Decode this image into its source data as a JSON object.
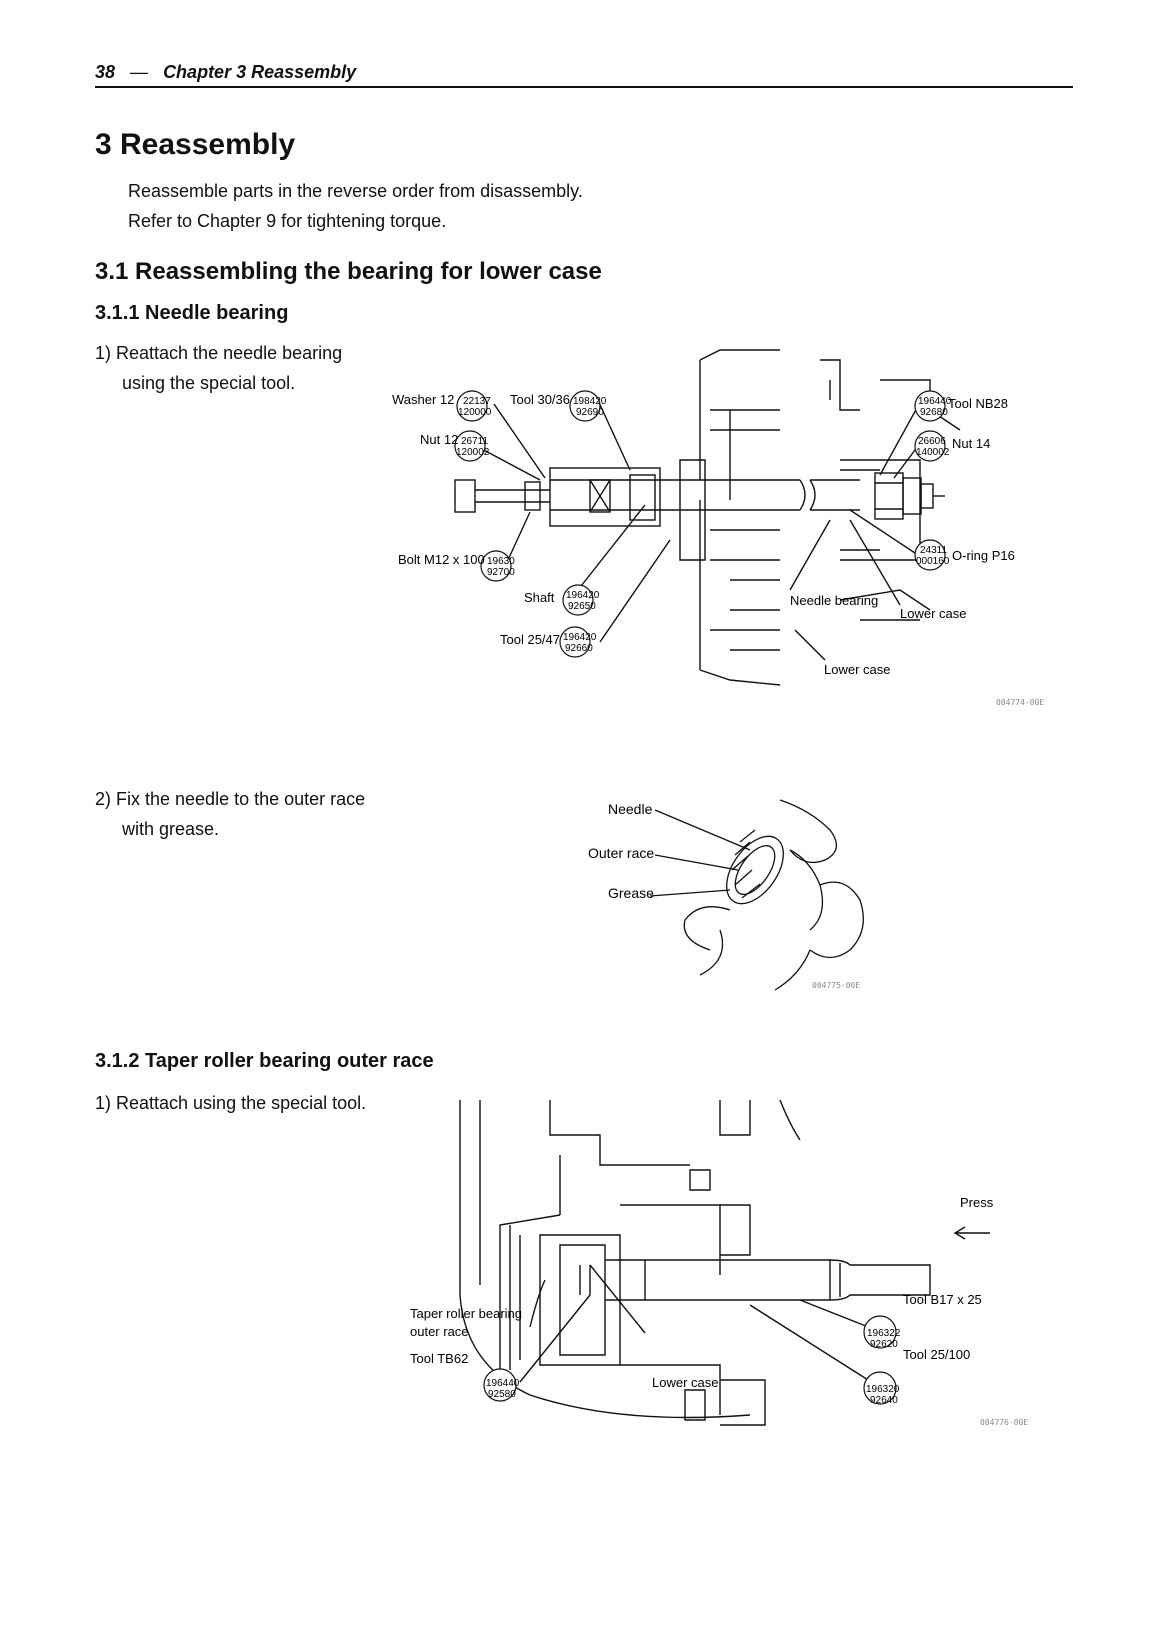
{
  "header": {
    "page_number": "38",
    "dash": "—",
    "chapter": "Chapter 3  Reassembly"
  },
  "title": "3 Reassembly",
  "intro": [
    "Reassemble parts in the reverse order from disassembly.",
    "Refer to Chapter 9 for tightening torque."
  ],
  "section_3_1": {
    "title": "3.1 Reassembling the bearing for lower case"
  },
  "section_3_1_1": {
    "title": "3.1.1 Needle bearing",
    "step1": [
      "1) Reattach  the  needle  bearing",
      "using the special tool."
    ],
    "step2": [
      "2) Fix the needle to the outer race",
      "with grease."
    ]
  },
  "fig1": {
    "labels": {
      "washer": "Washer 12",
      "tool3036": "Tool 30/36",
      "nut12": "Nut 12",
      "bolt": "Bolt M12 x 100",
      "shaft": "Shaft",
      "tool2547": "Tool 25/47",
      "toolnb28": "Tool NB28",
      "nut14": "Nut 14",
      "oring": "O-ring P16",
      "needlebearing": "Needle bearing",
      "lowercase1": "Lower case",
      "lowercase2": "Lower case"
    },
    "parts": {
      "washer": [
        "22137",
        "120000"
      ],
      "tool3036": [
        "198420",
        "92690"
      ],
      "nut12": [
        "26711",
        "120002"
      ],
      "bolt": [
        "19630",
        "92700"
      ],
      "shaft": [
        "196420",
        "92650"
      ],
      "tool2547": [
        "196420",
        "92660"
      ],
      "toolnb28": [
        "196440",
        "92680"
      ],
      "nut14": [
        "26606",
        "140002"
      ],
      "oring": [
        "24311",
        "000160"
      ]
    },
    "figure_id": "004774-00E"
  },
  "fig2": {
    "labels": {
      "needle": "Needle",
      "outer_race": "Outer race",
      "grease": "Grease"
    },
    "figure_id": "004775-00E"
  },
  "section_3_1_2": {
    "title": "3.1.2 Taper roller bearing outer race",
    "step1": "1) Reattach using the special tool."
  },
  "fig3": {
    "labels": {
      "press": "Press",
      "tool_b17": "Tool B17 x 25",
      "tool_25100": "Tool 25/100",
      "taper_line1": "Taper roller bearing",
      "taper_line2": "outer race",
      "tool_tb62": "Tool TB62",
      "lowercase": "Lower case"
    },
    "parts": {
      "tool_b17": [
        "196322",
        "92620"
      ],
      "tool_25100": [
        "196320",
        "92640"
      ],
      "tool_tb62": [
        "196440",
        "92580"
      ]
    },
    "figure_id": "004776-00E"
  }
}
